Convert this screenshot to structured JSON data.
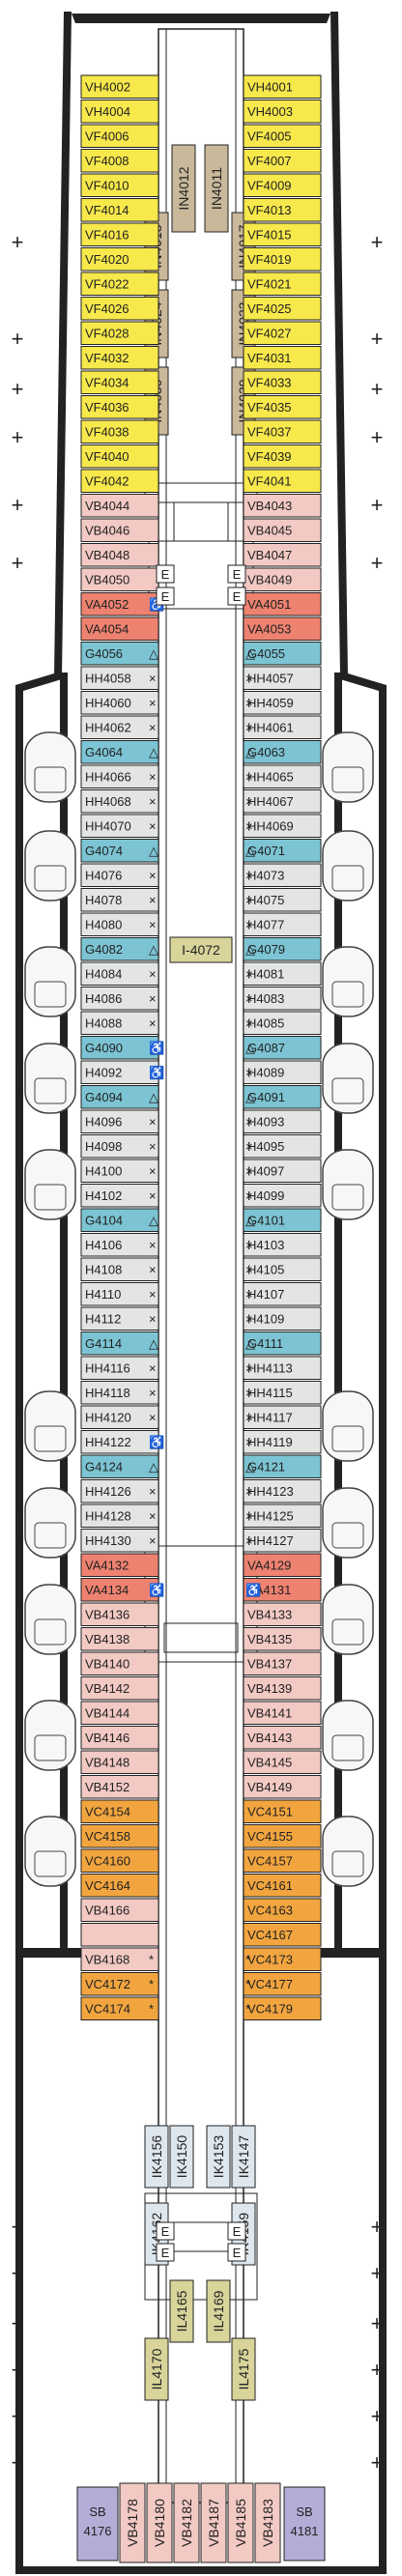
{
  "colors": {
    "yellow": "#f7e84b",
    "pink": "#f2c9c3",
    "salmon": "#ee8270",
    "teal": "#7cc4d3",
    "light": "#e3e4e4",
    "orange": "#f2a53f",
    "purple": "#b3aed7",
    "tan": "#c9b89a",
    "olive": "#d8d49a",
    "hull": "#222222"
  },
  "left_cabins": [
    {
      "label": "VH4002",
      "c": "yellow",
      "m": ""
    },
    {
      "label": "VH4004",
      "c": "yellow",
      "m": ""
    },
    {
      "label": "VF4006",
      "c": "yellow",
      "m": ""
    },
    {
      "label": "VF4008",
      "c": "yellow",
      "m": ""
    },
    {
      "label": "VF4010",
      "c": "yellow",
      "m": ""
    },
    {
      "label": "VF4014",
      "c": "yellow",
      "m": ""
    },
    {
      "label": "VF4016",
      "c": "yellow",
      "m": ""
    },
    {
      "label": "VF4020",
      "c": "yellow",
      "m": ""
    },
    {
      "label": "VF4022",
      "c": "yellow",
      "m": ""
    },
    {
      "label": "VF4026",
      "c": "yellow",
      "m": ""
    },
    {
      "label": "VF4028",
      "c": "yellow",
      "m": ""
    },
    {
      "label": "VF4032",
      "c": "yellow",
      "m": ""
    },
    {
      "label": "VF4034",
      "c": "yellow",
      "m": ""
    },
    {
      "label": "VF4036",
      "c": "yellow",
      "m": ""
    },
    {
      "label": "VF4038",
      "c": "yellow",
      "m": ""
    },
    {
      "label": "VF4040",
      "c": "yellow",
      "m": ""
    },
    {
      "label": "VF4042",
      "c": "yellow",
      "m": ""
    },
    {
      "label": "VB4044",
      "c": "pink",
      "m": ""
    },
    {
      "label": "VB4046",
      "c": "pink",
      "m": ""
    },
    {
      "label": "VB4048",
      "c": "pink",
      "m": ""
    },
    {
      "label": "VB4050",
      "c": "pink",
      "m": ""
    },
    {
      "label": "VA4052",
      "c": "salmon",
      "m": "♿"
    },
    {
      "label": "VA4054",
      "c": "salmon",
      "m": ""
    },
    {
      "label": "G4056",
      "c": "teal",
      "m": "△"
    },
    {
      "label": "HH4058",
      "c": "light",
      "m": "×"
    },
    {
      "label": "HH4060",
      "c": "light",
      "m": "×"
    },
    {
      "label": "HH4062",
      "c": "light",
      "m": "×"
    },
    {
      "label": "G4064",
      "c": "teal",
      "m": "△"
    },
    {
      "label": "HH4066",
      "c": "light",
      "m": "×"
    },
    {
      "label": "HH4068",
      "c": "light",
      "m": "×"
    },
    {
      "label": "HH4070",
      "c": "light",
      "m": "×"
    },
    {
      "label": "G4074",
      "c": "teal",
      "m": "△"
    },
    {
      "label": "H4076",
      "c": "light",
      "m": "×"
    },
    {
      "label": "H4078",
      "c": "light",
      "m": "×"
    },
    {
      "label": "H4080",
      "c": "light",
      "m": "×"
    },
    {
      "label": "G4082",
      "c": "teal",
      "m": "△"
    },
    {
      "label": "H4084",
      "c": "light",
      "m": "×"
    },
    {
      "label": "H4086",
      "c": "light",
      "m": "×"
    },
    {
      "label": "H4088",
      "c": "light",
      "m": "×"
    },
    {
      "label": "G4090",
      "c": "teal",
      "m": "♿"
    },
    {
      "label": "H4092",
      "c": "light",
      "m": "♿"
    },
    {
      "label": "G4094",
      "c": "teal",
      "m": "△"
    },
    {
      "label": "H4096",
      "c": "light",
      "m": "×"
    },
    {
      "label": "H4098",
      "c": "light",
      "m": "×"
    },
    {
      "label": "H4100",
      "c": "light",
      "m": "×"
    },
    {
      "label": "H4102",
      "c": "light",
      "m": "×"
    },
    {
      "label": "G4104",
      "c": "teal",
      "m": "△"
    },
    {
      "label": "H4106",
      "c": "light",
      "m": "×"
    },
    {
      "label": "H4108",
      "c": "light",
      "m": "×"
    },
    {
      "label": "H4110",
      "c": "light",
      "m": "×"
    },
    {
      "label": "H4112",
      "c": "light",
      "m": "×"
    },
    {
      "label": "G4114",
      "c": "teal",
      "m": "△"
    },
    {
      "label": "HH4116",
      "c": "light",
      "m": "×"
    },
    {
      "label": "HH4118",
      "c": "light",
      "m": "×"
    },
    {
      "label": "HH4120",
      "c": "light",
      "m": "×"
    },
    {
      "label": "HH4122",
      "c": "light",
      "m": "♿"
    },
    {
      "label": "G4124",
      "c": "teal",
      "m": "△"
    },
    {
      "label": "HH4126",
      "c": "light",
      "m": "×"
    },
    {
      "label": "HH4128",
      "c": "light",
      "m": "×"
    },
    {
      "label": "HH4130",
      "c": "light",
      "m": "×"
    },
    {
      "label": "VA4132",
      "c": "salmon",
      "m": ""
    },
    {
      "label": "VA4134",
      "c": "salmon",
      "m": "♿"
    },
    {
      "label": "VB4136",
      "c": "pink",
      "m": ""
    },
    {
      "label": "VB4138",
      "c": "pink",
      "m": ""
    },
    {
      "label": "VB4140",
      "c": "pink",
      "m": ""
    },
    {
      "label": "VB4142",
      "c": "pink",
      "m": ""
    },
    {
      "label": "VB4144",
      "c": "pink",
      "m": ""
    },
    {
      "label": "VB4146",
      "c": "pink",
      "m": ""
    },
    {
      "label": "VB4148",
      "c": "pink",
      "m": ""
    },
    {
      "label": "VB4152",
      "c": "pink",
      "m": ""
    },
    {
      "label": "VC4154",
      "c": "orange",
      "m": ""
    },
    {
      "label": "VC4158",
      "c": "orange",
      "m": ""
    },
    {
      "label": "VC4160",
      "c": "orange",
      "m": ""
    },
    {
      "label": "VC4164",
      "c": "orange",
      "m": ""
    },
    {
      "label": "VB4166",
      "c": "pink",
      "m": ""
    },
    {
      "label": "",
      "c": "pink",
      "m": ""
    },
    {
      "label": "VB4168",
      "c": "pink",
      "m": "*"
    },
    {
      "label": "VC4172",
      "c": "orange",
      "m": "*"
    },
    {
      "label": "VC4174",
      "c": "orange",
      "m": "*"
    }
  ],
  "right_cabins": [
    {
      "label": "VH4001",
      "c": "yellow",
      "m": ""
    },
    {
      "label": "VH4003",
      "c": "yellow",
      "m": ""
    },
    {
      "label": "VF4005",
      "c": "yellow",
      "m": ""
    },
    {
      "label": "VF4007",
      "c": "yellow",
      "m": ""
    },
    {
      "label": "VF4009",
      "c": "yellow",
      "m": ""
    },
    {
      "label": "VF4013",
      "c": "yellow",
      "m": ""
    },
    {
      "label": "VF4015",
      "c": "yellow",
      "m": ""
    },
    {
      "label": "VF4019",
      "c": "yellow",
      "m": ""
    },
    {
      "label": "VF4021",
      "c": "yellow",
      "m": ""
    },
    {
      "label": "VF4025",
      "c": "yellow",
      "m": ""
    },
    {
      "label": "VF4027",
      "c": "yellow",
      "m": ""
    },
    {
      "label": "VF4031",
      "c": "yellow",
      "m": ""
    },
    {
      "label": "VF4033",
      "c": "yellow",
      "m": ""
    },
    {
      "label": "VF4035",
      "c": "yellow",
      "m": ""
    },
    {
      "label": "VF4037",
      "c": "yellow",
      "m": ""
    },
    {
      "label": "VF4039",
      "c": "yellow",
      "m": ""
    },
    {
      "label": "VF4041",
      "c": "yellow",
      "m": ""
    },
    {
      "label": "VB4043",
      "c": "pink",
      "m": ""
    },
    {
      "label": "VB4045",
      "c": "pink",
      "m": ""
    },
    {
      "label": "VB4047",
      "c": "pink",
      "m": ""
    },
    {
      "label": "VB4049",
      "c": "pink",
      "m": ""
    },
    {
      "label": "VA4051",
      "c": "salmon",
      "m": ""
    },
    {
      "label": "VA4053",
      "c": "salmon",
      "m": ""
    },
    {
      "label": "G4055",
      "c": "teal",
      "m": "△"
    },
    {
      "label": "HH4057",
      "c": "light",
      "m": "×"
    },
    {
      "label": "HH4059",
      "c": "light",
      "m": "×"
    },
    {
      "label": "HH4061",
      "c": "light",
      "m": "×"
    },
    {
      "label": "G4063",
      "c": "teal",
      "m": "△"
    },
    {
      "label": "HH4065",
      "c": "light",
      "m": "×"
    },
    {
      "label": "HH4067",
      "c": "light",
      "m": "×"
    },
    {
      "label": "HH4069",
      "c": "light",
      "m": "×"
    },
    {
      "label": "G4071",
      "c": "teal",
      "m": "△"
    },
    {
      "label": "H4073",
      "c": "light",
      "m": "×"
    },
    {
      "label": "H4075",
      "c": "light",
      "m": "×"
    },
    {
      "label": "H4077",
      "c": "light",
      "m": "×"
    },
    {
      "label": "G4079",
      "c": "teal",
      "m": "△"
    },
    {
      "label": "H4081",
      "c": "light",
      "m": "×"
    },
    {
      "label": "H4083",
      "c": "light",
      "m": "×"
    },
    {
      "label": "H4085",
      "c": "light",
      "m": "×"
    },
    {
      "label": "G4087",
      "c": "teal",
      "m": "△"
    },
    {
      "label": "H4089",
      "c": "light",
      "m": "×"
    },
    {
      "label": "G4091",
      "c": "teal",
      "m": "△"
    },
    {
      "label": "H4093",
      "c": "light",
      "m": "×"
    },
    {
      "label": "H4095",
      "c": "light",
      "m": "×"
    },
    {
      "label": "H4097",
      "c": "light",
      "m": "×"
    },
    {
      "label": "H4099",
      "c": "light",
      "m": "×"
    },
    {
      "label": "G4101",
      "c": "teal",
      "m": "△"
    },
    {
      "label": "H4103",
      "c": "light",
      "m": "×"
    },
    {
      "label": "H4105",
      "c": "light",
      "m": "×"
    },
    {
      "label": "H4107",
      "c": "light",
      "m": "×"
    },
    {
      "label": "H4109",
      "c": "light",
      "m": "×"
    },
    {
      "label": "G4111",
      "c": "teal",
      "m": "△"
    },
    {
      "label": "HH4113",
      "c": "light",
      "m": "×"
    },
    {
      "label": "HH4115",
      "c": "light",
      "m": "×"
    },
    {
      "label": "HH4117",
      "c": "light",
      "m": "×"
    },
    {
      "label": "HH4119",
      "c": "light",
      "m": "×"
    },
    {
      "label": "G4121",
      "c": "teal",
      "m": "△"
    },
    {
      "label": "HH4123",
      "c": "light",
      "m": "×"
    },
    {
      "label": "HH4125",
      "c": "light",
      "m": "×"
    },
    {
      "label": "HH4127",
      "c": "light",
      "m": "×"
    },
    {
      "label": "VA4129",
      "c": "salmon",
      "m": ""
    },
    {
      "label": "VA4131",
      "c": "salmon",
      "m": "♿"
    },
    {
      "label": "VB4133",
      "c": "pink",
      "m": ""
    },
    {
      "label": "VB4135",
      "c": "pink",
      "m": ""
    },
    {
      "label": "VB4137",
      "c": "pink",
      "m": ""
    },
    {
      "label": "VB4139",
      "c": "pink",
      "m": ""
    },
    {
      "label": "VB4141",
      "c": "pink",
      "m": ""
    },
    {
      "label": "VB4143",
      "c": "pink",
      "m": ""
    },
    {
      "label": "VB4145",
      "c": "pink",
      "m": ""
    },
    {
      "label": "VB4149",
      "c": "pink",
      "m": ""
    },
    {
      "label": "VC4151",
      "c": "orange",
      "m": ""
    },
    {
      "label": "VC4155",
      "c": "orange",
      "m": ""
    },
    {
      "label": "VC4157",
      "c": "orange",
      "m": ""
    },
    {
      "label": "VC4161",
      "c": "orange",
      "m": ""
    },
    {
      "label": "VC4163",
      "c": "orange",
      "m": ""
    },
    {
      "label": "VC4167",
      "c": "orange",
      "m": ""
    },
    {
      "label": "VC4173",
      "c": "orange",
      "m": "*"
    },
    {
      "label": "VC4177",
      "c": "orange",
      "m": "*"
    },
    {
      "label": "VC4179",
      "c": "orange",
      "m": "*"
    }
  ],
  "inner_forward_left": [
    "IN4030",
    "IN4024",
    "IN4018",
    "IN4012"
  ],
  "inner_forward_right": [
    "IN4029",
    "IN4023",
    "IN4017",
    "IN4011"
  ],
  "inner_mid": "I-4072",
  "inner_aft_top": [
    "IK4156",
    "IK4150",
    "IK4153",
    "IK4147"
  ],
  "inner_aft_mid": [
    "IK4162",
    "IK4159"
  ],
  "inner_aft_low": [
    "IL4170",
    "IL4165",
    "IL4169",
    "IL4175"
  ],
  "aft_row": [
    "VB4178",
    "VB4180",
    "VB4182",
    "VB4187",
    "VB4185",
    "VB4183"
  ],
  "suite_left": {
    "code": "SB",
    "num": "4176"
  },
  "suite_right": {
    "code": "SB",
    "num": "4181"
  },
  "elevator_label": "E",
  "plus_symbol": "+"
}
